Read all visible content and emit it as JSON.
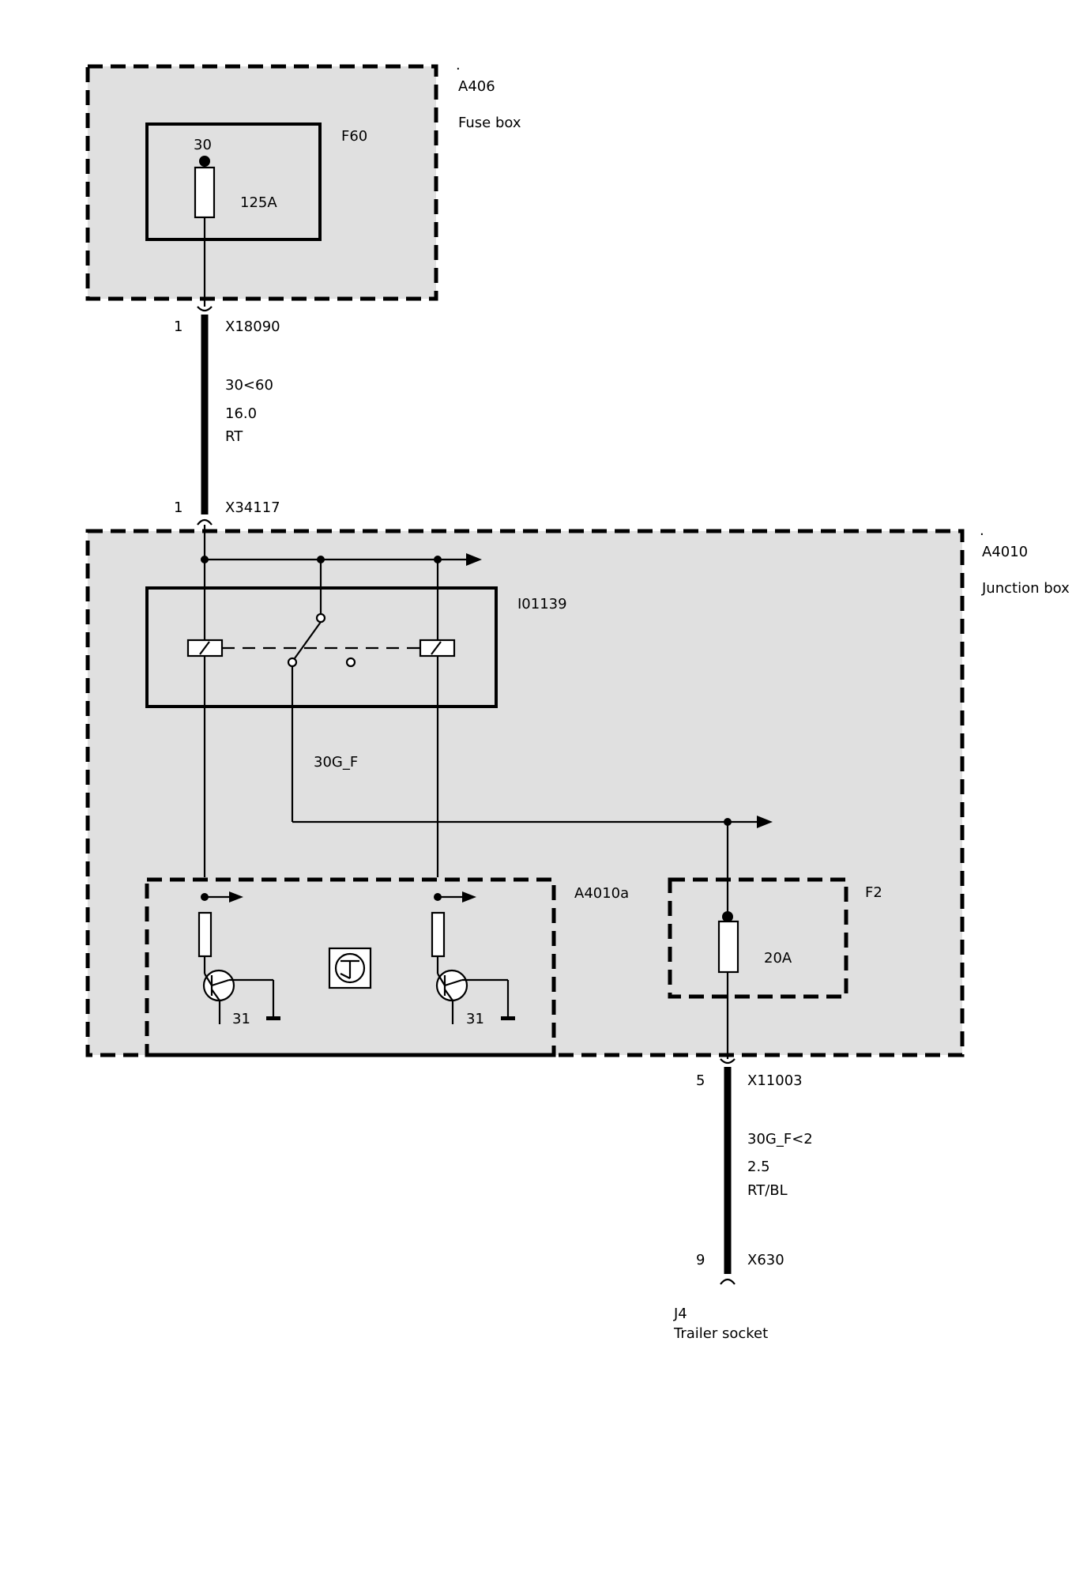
{
  "fuse_box": {
    "dot": ".",
    "id": "A406",
    "name": "Fuse box",
    "fuse": {
      "id": "F60",
      "terminal": "30",
      "rating": "125A"
    }
  },
  "wire_upper": {
    "pin_top": "1",
    "connector_top": "X18090",
    "circuit": "30<60",
    "gauge": "16.0",
    "color": "RT",
    "pin_bottom": "1",
    "connector_bottom": "X34117"
  },
  "junction_box": {
    "dot": ".",
    "id": "A4010",
    "name": "Junction box",
    "relay_id": "I01139",
    "circuit_label": "30G_F",
    "module_id": "A4010a",
    "ground_left": "31",
    "ground_right": "31",
    "fuse": {
      "id": "F2",
      "rating": "20A"
    }
  },
  "wire_lower": {
    "pin_top": "5",
    "connector_top": "X11003",
    "circuit": "30G_F<2",
    "gauge": "2.5",
    "color": "RT/BL",
    "pin_bottom": "9",
    "connector_bottom": "X630"
  },
  "trailer_socket": {
    "id": "J4",
    "name": "Trailer socket"
  }
}
